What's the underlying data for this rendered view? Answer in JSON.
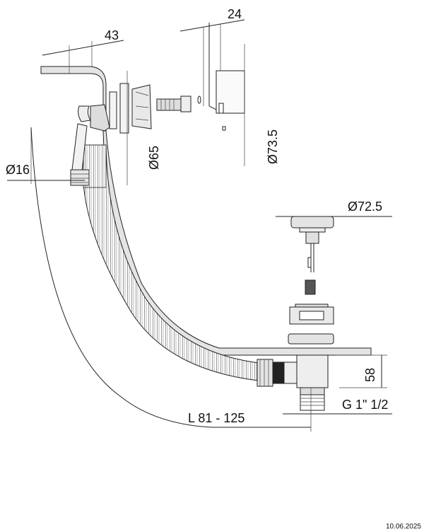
{
  "dimensions": {
    "width_43": "43",
    "width_24": "24",
    "dia_16": "Ø16",
    "dia_65": "Ø65",
    "dia_73_5": "Ø73.5",
    "dia_72_5": "Ø72.5",
    "height_58": "58",
    "length_range": "L 81 - 125",
    "thread": "G 1\" 1/2"
  },
  "footer": {
    "date": "10.06.2025"
  },
  "colors": {
    "line": "#222222",
    "fill_tub": "#e4e4e4",
    "fill_hose": "#d8d8d8"
  }
}
